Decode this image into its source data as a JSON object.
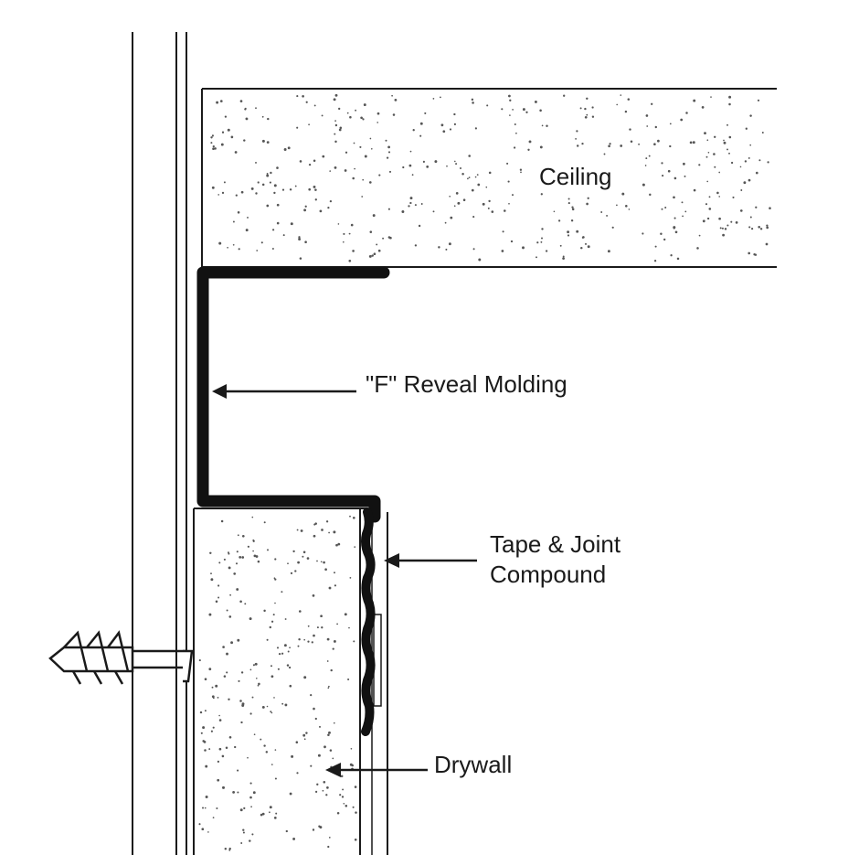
{
  "labels": {
    "ceiling": "Ceiling",
    "reveal_molding": "\"F\" Reveal Molding",
    "tape_line1": "Tape & Joint",
    "tape_line2": "Compound",
    "drywall": "Drywall"
  },
  "colors": {
    "line": "#1a1a1a",
    "molding": "#111111",
    "speckle": "#555555",
    "background": "#ffffff"
  }
}
